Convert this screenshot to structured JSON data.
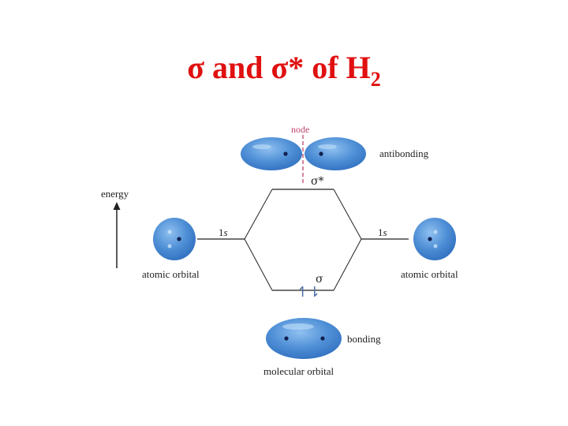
{
  "title": {
    "sigma": "σ",
    "and": "and",
    "sigma_star": "σ*",
    "of": "of",
    "element": "H",
    "subscript": "2"
  },
  "diagram": {
    "node_label": "node",
    "antibonding_label": "antibonding",
    "sigma_star_label": "σ*",
    "energy_label": "energy",
    "left_ao_level_label": "1",
    "left_ao_level_suffix": "s",
    "right_ao_level_label": "1",
    "right_ao_level_suffix": "s",
    "left_ao_label": "atomic orbital",
    "right_ao_label": "atomic orbital",
    "sigma_label": "σ",
    "electron_pair": "↿⇂",
    "bonding_label": "bonding",
    "mo_label": "molecular orbital"
  },
  "colors": {
    "title": "#e01010",
    "orbital_fill": "#4f8fd6",
    "orbital_dark": "#2f6fbf",
    "node_line": "#c0446a",
    "nucleus": "#102050",
    "lines": "#222222"
  }
}
